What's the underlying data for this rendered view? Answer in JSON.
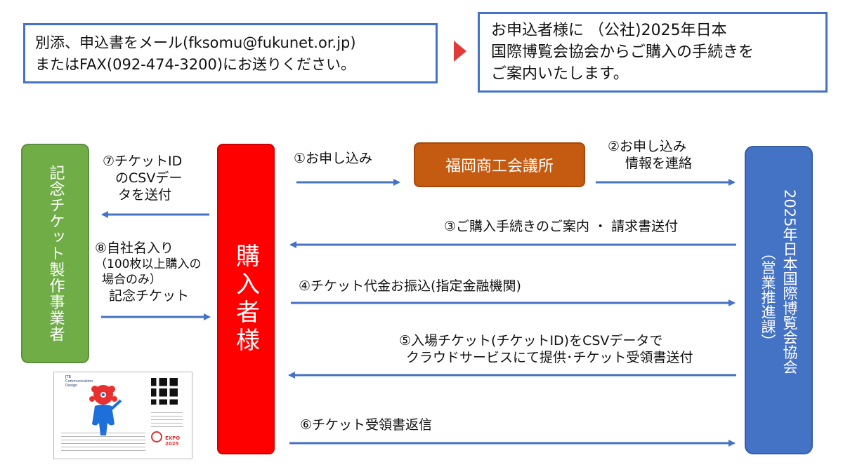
{
  "top": {
    "left_box": {
      "line1": "別添、申込書をメール(fksomu@fukunet.or.jp)",
      "line2": "またはFAX(092-474-3200)にお送りください。"
    },
    "right_box": {
      "line1": "お申込者様に （公社)2025年日本",
      "line2": "国際博覧会協会からご購入の手続きを",
      "line3": "ご案内いたします。"
    }
  },
  "nodes": {
    "maker": "記念チケット製作事業者",
    "buyer": "購入者様",
    "chamber": "福岡商工会議所",
    "association_main": "2025年日本国際博覧会協会",
    "association_sub": "（営業推進課）"
  },
  "steps": {
    "s1": "①お申し込み",
    "s2_line1": "②お申し込み",
    "s2_line2": "情報を連絡",
    "s3": "③ご購入手続きのご案内 ・ 請求書送付",
    "s4": "④チケット代金お振込(指定金融機関)",
    "s5_line1": "⑤入場チケット(チケットID)をCSVデータで",
    "s5_line2": "クラウドサービスにて提供･チケット受領書送付",
    "s6": "⑥チケット受領書返信",
    "s7_line1": "⑦チケットID",
    "s7_line2": "のCSVデー",
    "s7_line3": "タを送付",
    "s8_line1": "⑧自社名入り",
    "s8_line2": "（100枚以上購入の",
    "s8_line3": "場合のみ）",
    "s8_line4": "記念チケット"
  },
  "ticket_card": {
    "brand_line1": "JTB",
    "brand_line2": "Communication",
    "brand_line3": "Design",
    "expo_line1": "EXPO",
    "expo_line2": "2025"
  },
  "colors": {
    "box_border": "#4472c4",
    "arrow": "#4472c4",
    "maker": "#70ad47",
    "buyer": "#ff0000",
    "chamber": "#c55a11",
    "association": "#4472c4",
    "pointer": "#e03a3a"
  }
}
